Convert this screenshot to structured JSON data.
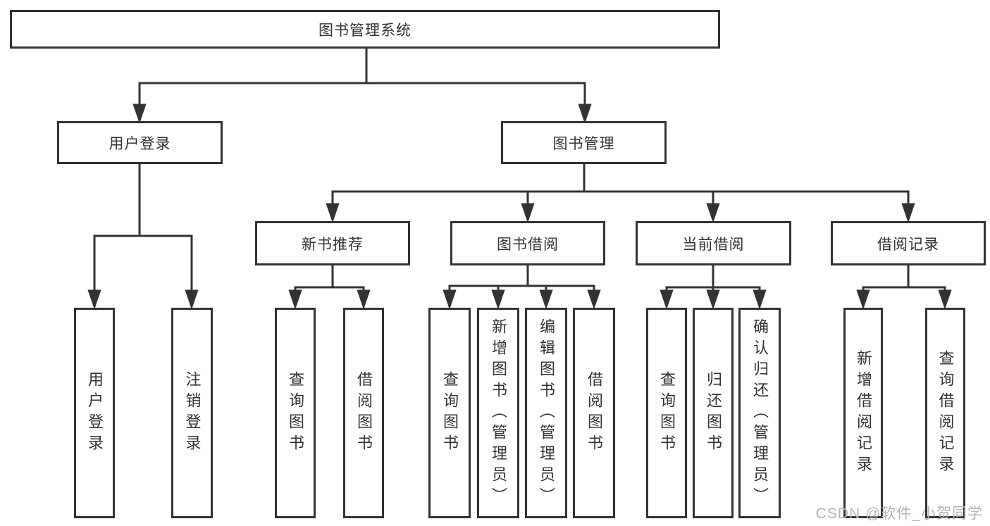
{
  "diagram": {
    "root": "图书管理系统",
    "level2": [
      {
        "label": "用户登录",
        "children": [
          "用户登录",
          "注销登录"
        ]
      },
      {
        "label": "图书管理",
        "children": [
          {
            "label": "新书推荐",
            "children": [
              "查询图书",
              "借阅图书"
            ]
          },
          {
            "label": "图书借阅",
            "children": [
              "查询图书",
              "新增图书（管理员）",
              "编辑图书（管理员）",
              "借阅图书"
            ]
          },
          {
            "label": "当前借阅",
            "children": [
              "查询图书",
              "归还图书",
              "确认归还（管理员）"
            ]
          },
          {
            "label": "借阅记录",
            "children": [
              "新增借阅记录",
              "查询借阅记录"
            ]
          }
        ]
      }
    ]
  },
  "watermark": {
    "text": "CSDN @软件_小贺同学"
  },
  "colors": {
    "line": "#333333",
    "box_border": "#333333",
    "text": "#333333",
    "watermark": "#b5b5b5",
    "background": "#ffffff"
  }
}
